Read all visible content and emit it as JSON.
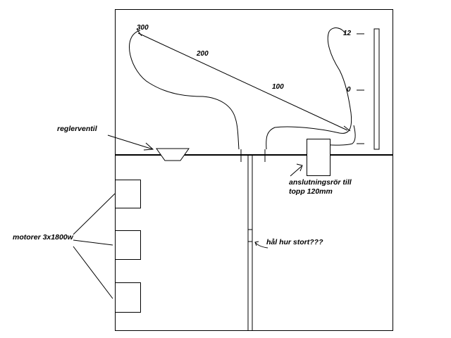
{
  "scale_labels": {
    "l300": "300",
    "l200": "200",
    "l100": "100",
    "l12": "12",
    "l0": "0"
  },
  "annotations": {
    "reglerventil": "reglerventil",
    "motorer": "motorer 3x1800w",
    "anslutning_line1": "anslutningsrör till",
    "anslutning_line2": "topp 120mm",
    "hal": "hål hur stort???"
  },
  "colors": {
    "stroke": "#000000",
    "background": "#ffffff"
  }
}
